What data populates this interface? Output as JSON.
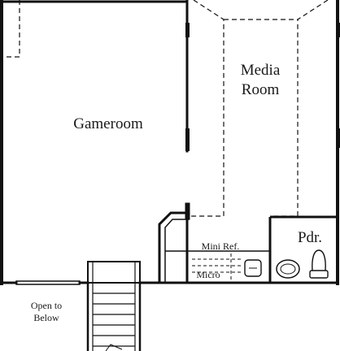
{
  "rooms": {
    "gameroom": "Gameroom",
    "media_line1": "Media",
    "media_line2": "Room",
    "powder": "Pdr.",
    "mini_ref": "Mini Ref.",
    "micro": "Micro",
    "open_line1": "Open to",
    "open_line2": "Below"
  }
}
